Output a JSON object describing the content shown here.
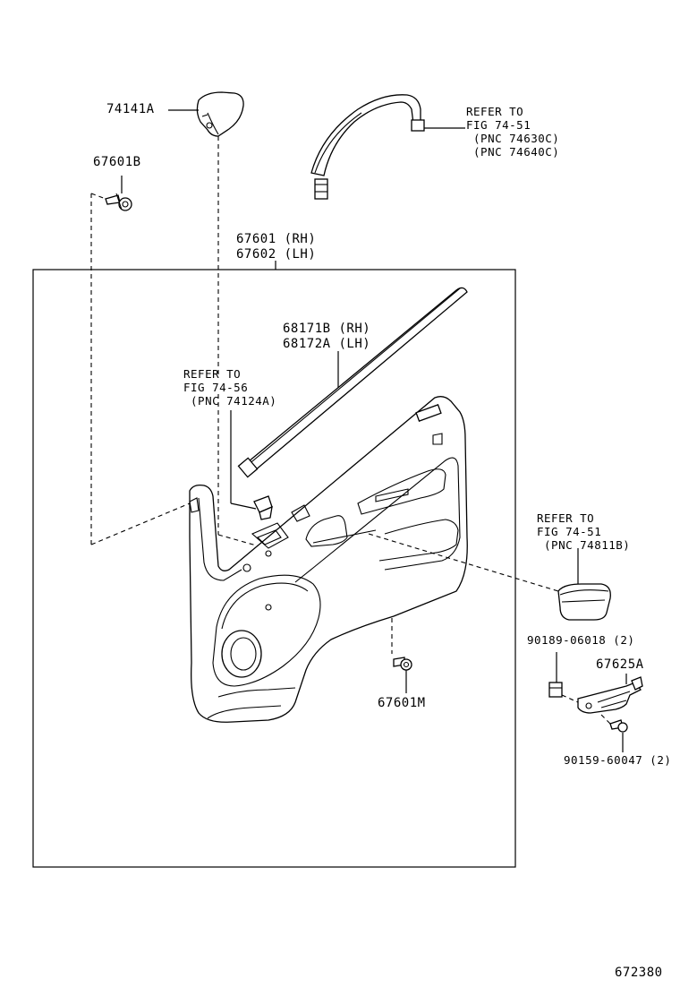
{
  "parts": {
    "p74141A": "74141A",
    "p67601B": "67601B",
    "p67601_rh": "67601 (RH)",
    "p67602_lh": "67602 (LH)",
    "p68171B_rh": "68171B (RH)",
    "p68172A_lh": "68172A (LH)",
    "p67601M": "67601M",
    "p90189": "90189-06018 (2)",
    "p67625A": "67625A",
    "p90159": "90159-60047 (2)"
  },
  "refs": {
    "grip": [
      "REFER TO",
      "FIG 74-51",
      " (PNC 74630C)",
      " (PNC 74640C)"
    ],
    "switch": [
      "REFER TO",
      "FIG 74-56",
      " (PNC 74124A)"
    ],
    "pocket": [
      "REFER TO",
      "FIG 74-51",
      " (PNC 74811B)"
    ]
  },
  "illustration_id": "672380"
}
